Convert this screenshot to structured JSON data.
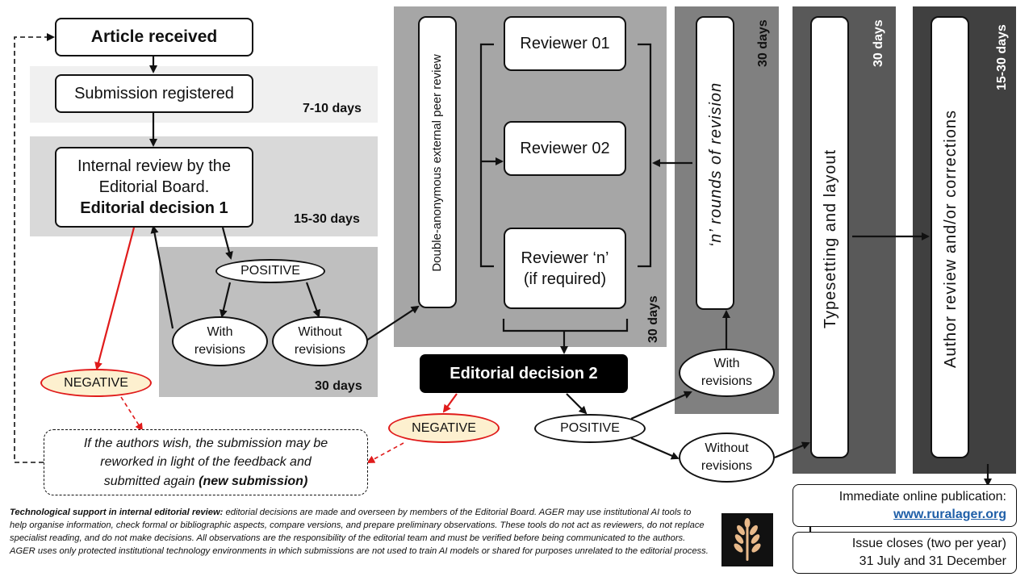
{
  "nodes": {
    "article_received": "Article received",
    "submission_registered": "Submission registered",
    "internal_review_line1": "Internal review by the",
    "internal_review_line2": "Editorial Board.",
    "editorial_decision_1": "Editorial decision 1",
    "positive_1": "POSITIVE",
    "with_revisions_1_line1": "With",
    "with_revisions_1_line2": "revisions",
    "without_revisions_1_line1": "Without",
    "without_revisions_1_line2": "revisions",
    "negative_1": "NEGATIVE",
    "resubmit_line1": "If the authors wish, the submission may be",
    "resubmit_line2": "reworked in light of the feedback and",
    "resubmit_line3_start": "submitted again ",
    "resubmit_line3_bold": "(new submission)",
    "peer_review": "Double-anonymous external peer review",
    "reviewer_01": "Reviewer 01",
    "reviewer_02": "Reviewer 02",
    "reviewer_n_line1": "Reviewer ‘n’",
    "reviewer_n_line2": "(if required)",
    "editorial_decision_2": "Editorial decision 2",
    "negative_2": "NEGATIVE",
    "positive_2": "POSITIVE",
    "with_revisions_2_line1": "With",
    "with_revisions_2_line2": "revisions",
    "without_revisions_2_line1": "Without",
    "without_revisions_2_line2": "revisions",
    "rounds_of_revision": "‘n’ rounds of revision",
    "typesetting": "Typesetting and layout",
    "author_review": "Author review and/or corrections",
    "online_publication": "Immediate online publication:",
    "website": "www.ruralager.org",
    "issue_closes_line1": "Issue closes (two per year)",
    "issue_closes_line2": "31 July and 31 December"
  },
  "durations": {
    "registration": "7-10 days",
    "internal_review": "15-30 days",
    "revision_1": "30 days",
    "peer_review": "30 days",
    "rounds": "30 days",
    "typesetting": "30 days",
    "author_review": "15-30 days"
  },
  "footnote": {
    "bold_lead": "Technological support in internal editorial review:",
    "text": " editorial decisions are made and overseen by members of the Editorial Board. AGER may use institutional AI tools to help organise information, check formal or bibliographic aspects, compare versions, and prepare preliminary observations. These tools do not act as reviewers, do not replace specialist reading, and do not make decisions. All observations are the responsibility of the editorial team and must be verified before being communicated to the authors. AGER uses only protected institutional technology environments in which submissions are not used to train AI models or shared for purposes unrelated to the editorial process."
  },
  "colors": {
    "band_registration": "#f0f0f0",
    "band_internal": "#d9d9d9",
    "band_revision": "#bfbfbf",
    "band_peer": "#a6a6a6",
    "band_rounds": "#808080",
    "band_typesetting": "#595959",
    "band_author": "#404040",
    "negative_fill": "#fdf0cf",
    "negative_accent": "#e01b1b",
    "link": "#1f5fa8"
  },
  "icons": {
    "logo": "wheat-icon"
  }
}
